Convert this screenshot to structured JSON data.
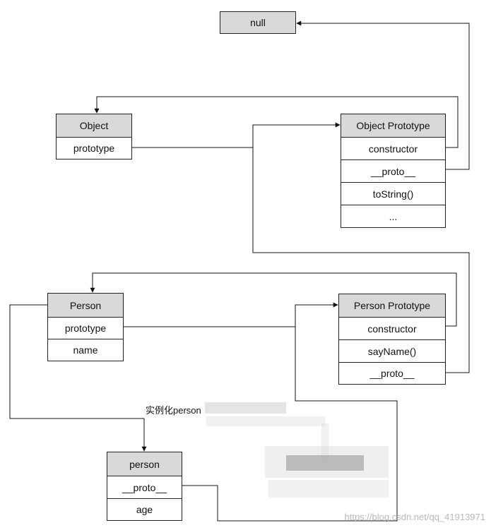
{
  "nodes": {
    "null": {
      "label": "null"
    },
    "object": {
      "title": "Object",
      "rows": [
        "prototype"
      ]
    },
    "object_prototype": {
      "title": "Object Prototype",
      "rows": [
        "constructor",
        "__proto__",
        "toString()",
        "..."
      ]
    },
    "person": {
      "title": "Person",
      "rows": [
        "prototype",
        "name"
      ]
    },
    "person_prototype": {
      "title": "Person Prototype",
      "rows": [
        "constructor",
        "sayName()",
        "__proto__"
      ]
    },
    "person_instance": {
      "title": "person",
      "rows": [
        "__proto__",
        "age"
      ]
    }
  },
  "caption": "实例化person",
  "watermark": "https://blog.csdn.net/qq_41913971",
  "colors": {
    "header_fill": "#d9d9d9",
    "line": "#111111"
  }
}
